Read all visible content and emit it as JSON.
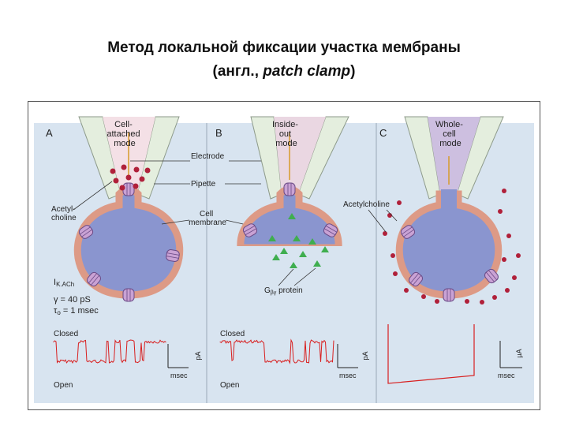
{
  "title": {
    "line1": "Метод локальной фиксации участка мембраны",
    "line2_prefix": "(англ., ",
    "line2_italic": "patch clamp",
    "line2_suffix": ")"
  },
  "panels": {
    "a": {
      "letter": "A",
      "mode_lines": [
        "Cell-",
        "attached",
        "mode"
      ]
    },
    "b": {
      "letter": "B",
      "mode_lines": [
        "Inside-",
        "out",
        "mode"
      ]
    },
    "c": {
      "letter": "C",
      "mode_lines": [
        "Whole-",
        "cell",
        "mode"
      ]
    }
  },
  "labels": {
    "electrode": "Electrode",
    "pipette": "Pipette",
    "acetylcholine_a": [
      "Acetyl-",
      "choline"
    ],
    "cell_membrane": [
      "Cell",
      "membrane"
    ],
    "acetylcholine_c": "Acetylcholine",
    "g_protein_main": "G",
    "g_protein_sub": "βγ",
    "g_protein_rest": " protein",
    "current_main": "I",
    "current_sub": "K.ACh",
    "conductance": "γ = 40 pS",
    "tau_main": "τ",
    "tau_sub": "o",
    "tau_rest": " = 1 msec",
    "closed": "Closed",
    "open": "Open",
    "scale_a_y": "pA",
    "scale_b_y": "pA",
    "scale_c_y": "µA",
    "scale_x": "msec"
  },
  "colors": {
    "panel_bg": "#d8e4f0",
    "cell": "#8a95cf",
    "membrane": "#dd9a86",
    "pipette_wall": "#e4eede",
    "molecule": "#b0203a",
    "g_protein": "#3fae4f",
    "trace": "#d81e1e"
  }
}
